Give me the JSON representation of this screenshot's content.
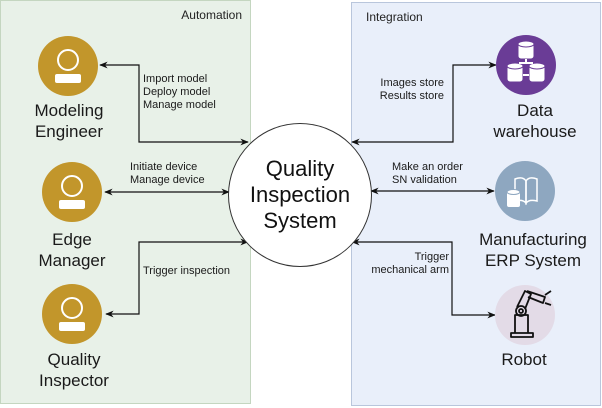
{
  "diagram": {
    "center": {
      "lines": [
        "Quality",
        "Inspection",
        "System"
      ]
    },
    "panels": {
      "automation": {
        "title": "Automation",
        "color": "#e8f1e8"
      },
      "integration": {
        "title": "Integration",
        "color": "#e9effa"
      }
    },
    "actors": [
      {
        "id": "modeling-engineer",
        "lines": [
          "Modeling",
          "Engineer"
        ],
        "icon": "user-icon",
        "color": "#c2962b"
      },
      {
        "id": "edge-manager",
        "lines": [
          "Edge",
          "Manager"
        ],
        "icon": "user-icon",
        "color": "#c2962b"
      },
      {
        "id": "quality-inspector",
        "lines": [
          "Quality",
          "Inspector"
        ],
        "icon": "user-icon",
        "color": "#c2962b"
      },
      {
        "id": "data-warehouse",
        "lines": [
          "Data",
          "warehouse"
        ],
        "icon": "database-cluster-icon",
        "color": "#6a3c96"
      },
      {
        "id": "erp-system",
        "lines": [
          "Manufacturing",
          "ERP System"
        ],
        "icon": "book-database-icon",
        "color": "#8ea7c0"
      },
      {
        "id": "robot",
        "lines": [
          "Robot"
        ],
        "icon": "robot-arm-icon",
        "color": "#e3dbe7"
      }
    ],
    "edges": [
      {
        "from": "modeling-engineer",
        "lines": [
          "Import model",
          "Deploy model",
          "Manage model"
        ],
        "direction": "bidirectional"
      },
      {
        "from": "edge-manager",
        "lines": [
          "Initiate device",
          "Manage device"
        ],
        "direction": "bidirectional"
      },
      {
        "from": "quality-inspector",
        "lines": [
          "Trigger inspection"
        ],
        "direction": "bidirectional"
      },
      {
        "from": "data-warehouse",
        "lines": [
          "Images store",
          "Results store"
        ],
        "direction": "bidirectional"
      },
      {
        "from": "erp-system",
        "lines": [
          "Make an order",
          "SN validation"
        ],
        "direction": "bidirectional"
      },
      {
        "from": "robot",
        "lines": [
          "Trigger",
          "mechanical arm"
        ],
        "direction": "bidirectional"
      }
    ]
  }
}
